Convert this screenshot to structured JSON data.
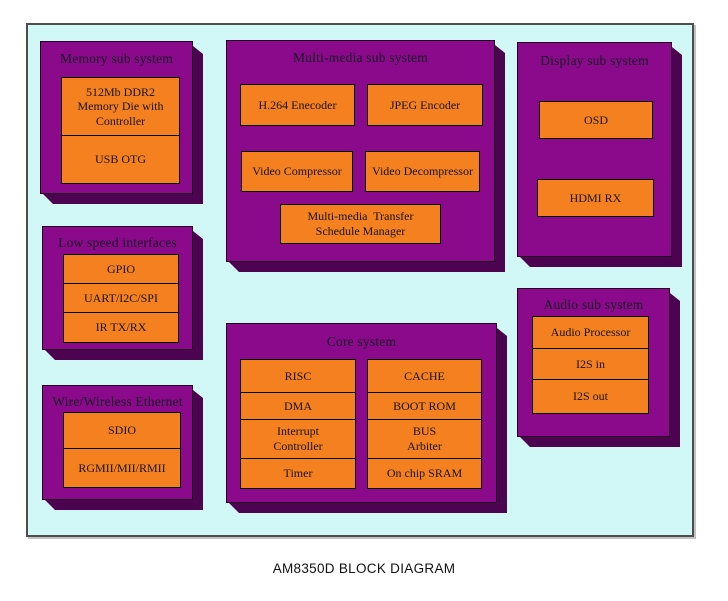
{
  "caption": "AM8350D BLOCK DIAGRAM",
  "colors": {
    "canvas_bg": "#d1f7f7",
    "canvas_border": "#4d4d4d",
    "panel": "#8b0a8b",
    "panel_shadow": "#4c0350",
    "block": "#f5801f"
  },
  "panels": {
    "memory": {
      "title": "Memory sub system",
      "items": [
        {
          "label": "512Mb DDR2\nMemory Die with\nController"
        },
        {
          "label": "USB OTG"
        }
      ]
    },
    "lowspeed": {
      "title": "Low speed interfaces",
      "items": [
        {
          "label": "GPIO"
        },
        {
          "label": "UART/I2C/SPI"
        },
        {
          "label": "IR TX/RX"
        }
      ]
    },
    "ethernet": {
      "title": "Wire/Wireless Ethernet",
      "items": [
        {
          "label": "SDIO"
        },
        {
          "label": "RGMII/MII/RMII"
        }
      ]
    },
    "multimedia": {
      "title": "Multi-media sub system",
      "items": [
        {
          "label": "H.264 Enecoder"
        },
        {
          "label": "JPEG Encoder"
        },
        {
          "label": "Video Compressor"
        },
        {
          "label": "Video Decompressor"
        },
        {
          "label": "Multi-media  Transfer\nSchedule Manager"
        }
      ]
    },
    "core": {
      "title": "Core system",
      "left_items": [
        {
          "label": "RISC"
        },
        {
          "label": "DMA"
        },
        {
          "label": "Interrupt\nController"
        },
        {
          "label": "Timer"
        }
      ],
      "right_items": [
        {
          "label": "CACHE"
        },
        {
          "label": "BOOT ROM"
        },
        {
          "label": "BUS\nArbiter"
        },
        {
          "label": "On chip SRAM"
        }
      ]
    },
    "display": {
      "title": "Display sub system",
      "items": [
        {
          "label": "OSD"
        },
        {
          "label": "HDMI RX"
        }
      ]
    },
    "audio": {
      "title": "Audio sub system",
      "items": [
        {
          "label": "Audio Processor"
        },
        {
          "label": "I2S in"
        },
        {
          "label": "I2S out"
        }
      ]
    }
  }
}
